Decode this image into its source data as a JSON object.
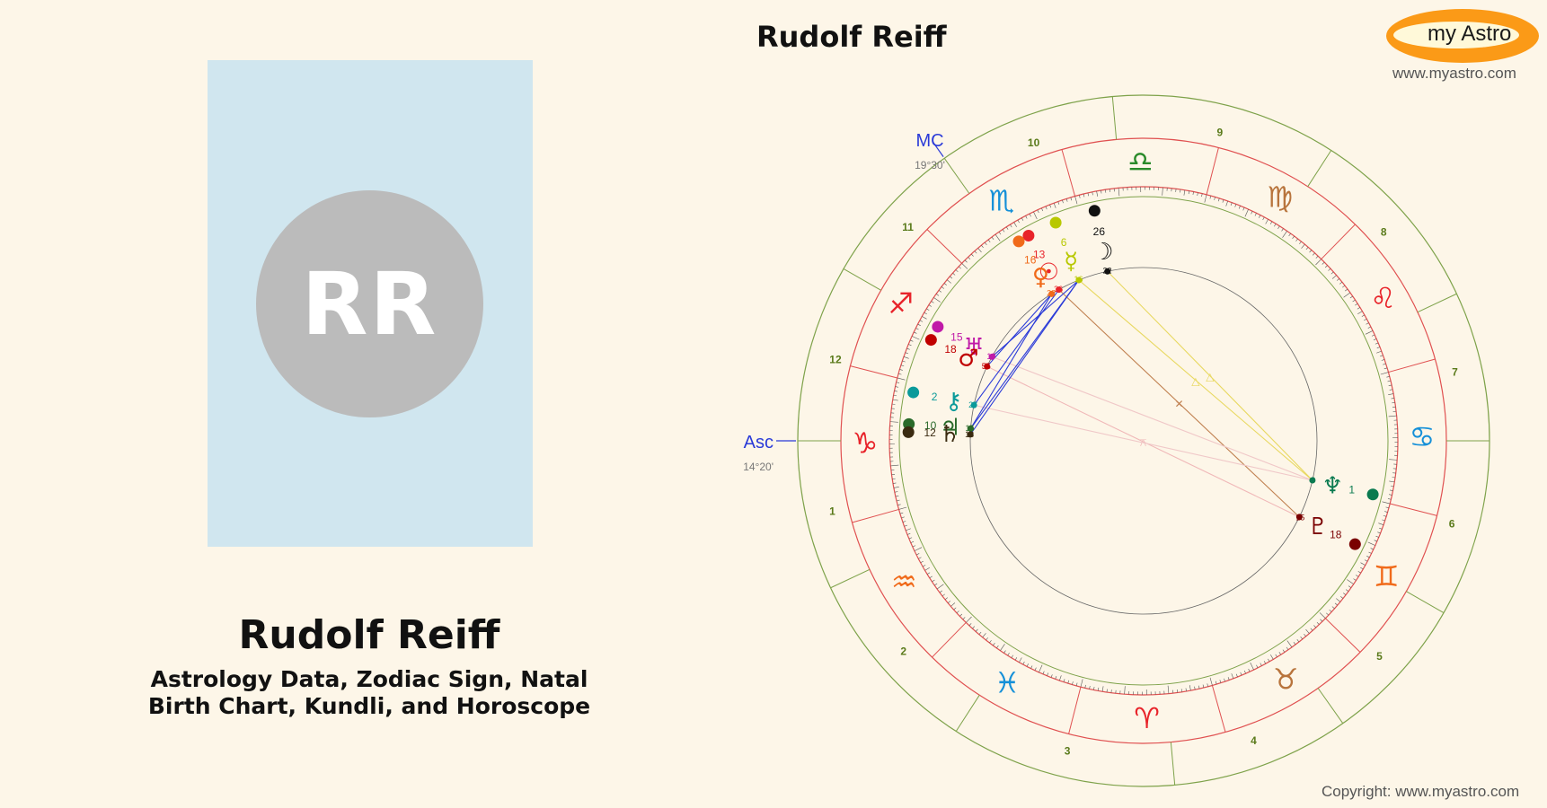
{
  "page": {
    "person_name": "Rudolf Reiff",
    "subtitle_line1": "Astrology Data, Zodiac Sign, Natal",
    "subtitle_line2": "Birth Chart, Kundli, and Horoscope",
    "initials": "RR"
  },
  "logo": {
    "text": "my Astro",
    "url": "www.myastro.com"
  },
  "footer": {
    "copyright": "Copyright: www.myastro.com"
  },
  "chart": {
    "title": "Rudolf Reiff",
    "asc_label": "Asc",
    "asc_degree": "14°20'",
    "mc_label": "MC",
    "mc_degree": "19°30'",
    "ascendant_longitude": 284.33,
    "mc_longitude": 229.5,
    "house_cusps": [
      284.33,
      309.5,
      341.5,
      19.5,
      49.5,
      74.5,
      104.33,
      129.5,
      161.5,
      199.5,
      229.5,
      254.5
    ],
    "house_numbers": [
      "1",
      "2",
      "3",
      "4",
      "5",
      "6",
      "7",
      "8",
      "9",
      "10",
      "11",
      "12"
    ],
    "signs": [
      {
        "name": "aries",
        "glyph": "♈",
        "color": "#e8232a"
      },
      {
        "name": "taurus",
        "glyph": "♉",
        "color": "#b8743c"
      },
      {
        "name": "gemini",
        "glyph": "♊",
        "color": "#f06a1a"
      },
      {
        "name": "cancer",
        "glyph": "♋",
        "color": "#1590d8"
      },
      {
        "name": "leo",
        "glyph": "♌",
        "color": "#e8232a"
      },
      {
        "name": "virgo",
        "glyph": "♍",
        "color": "#b8743c"
      },
      {
        "name": "libra",
        "glyph": "♎",
        "color": "#2a8a2a"
      },
      {
        "name": "scorpio",
        "glyph": "♏",
        "color": "#1590d8"
      },
      {
        "name": "sagittarius",
        "glyph": "♐",
        "color": "#e8232a"
      },
      {
        "name": "capricorn",
        "glyph": "♑",
        "color": "#e8232a"
      },
      {
        "name": "aquarius",
        "glyph": "♒",
        "color": "#f06a1a"
      },
      {
        "name": "pisces",
        "glyph": "♓",
        "color": "#1590d8"
      }
    ],
    "planets": [
      {
        "name": "moon",
        "glyph": "☽",
        "deg": "26",
        "min": "22",
        "longitude": 206.37,
        "color": "#111111"
      },
      {
        "name": "mercury",
        "glyph": "☿",
        "deg": "6",
        "min": "16",
        "longitude": 216.27,
        "color": "#b8c800"
      },
      {
        "name": "sun",
        "glyph": "☉",
        "deg": "13",
        "min": "36",
        "longitude": 223.6,
        "color": "#e8232a"
      },
      {
        "name": "venus",
        "glyph": "♀",
        "deg": "16",
        "min": "22",
        "longitude": 226.37,
        "color": "#f06a1a"
      },
      {
        "name": "uranus",
        "glyph": "♅",
        "deg": "15",
        "min": "19",
        "longitude": 255.32,
        "color": "#c01aa8"
      },
      {
        "name": "mars",
        "glyph": "♂",
        "deg": "18",
        "min": "55",
        "longitude": 258.92,
        "color": "#c00000"
      },
      {
        "name": "chiron",
        "glyph": "⚷",
        "deg": "2",
        "min": "27",
        "longitude": 272.45,
        "color": "#0a9a9a"
      },
      {
        "name": "jupiter",
        "glyph": "♃",
        "deg": "10",
        "min": "15",
        "longitude": 280.25,
        "color": "#2a6a2a"
      },
      {
        "name": "saturn",
        "glyph": "♄",
        "deg": "12",
        "min": "13",
        "longitude": 282.22,
        "color": "#3a2a10"
      },
      {
        "name": "neptune",
        "glyph": "♆",
        "deg": "1",
        "min": "9",
        "longitude": 91.15,
        "color": "#0a7a50"
      },
      {
        "name": "pluto",
        "glyph": "♇",
        "deg": "18",
        "min": "15",
        "longitude": 78.25,
        "color": "#7a0000"
      }
    ],
    "aspects": [
      {
        "from": "moon",
        "to": "neptune",
        "color": "#e8d860",
        "symbol": "△"
      },
      {
        "from": "mercury",
        "to": "neptune",
        "color": "#e8d860",
        "symbol": "△"
      },
      {
        "from": "sun",
        "to": "pluto",
        "color": "#c08050",
        "symbol": "✕"
      },
      {
        "from": "mars",
        "to": "pluto",
        "color": "#f0b8b8",
        "symbol": "⚻"
      },
      {
        "from": "uranus",
        "to": "neptune",
        "color": "#f0c8c8",
        "symbol": ""
      },
      {
        "from": "chiron",
        "to": "neptune",
        "color": "#f0c8c8",
        "symbol": ""
      },
      {
        "from": "sun",
        "to": "chiron",
        "color": "#2a3ad8",
        "symbol": ""
      },
      {
        "from": "venus",
        "to": "jupiter",
        "color": "#2a3ad8",
        "symbol": ""
      },
      {
        "from": "mercury",
        "to": "saturn",
        "color": "#2a3ad8",
        "symbol": ""
      },
      {
        "from": "mercury",
        "to": "jupiter",
        "color": "#2a3ad8",
        "symbol": ""
      },
      {
        "from": "venus",
        "to": "mars",
        "color": "#2a3ad8",
        "symbol": ""
      },
      {
        "from": "mercury",
        "to": "uranus",
        "color": "#2a3ad8",
        "symbol": ""
      }
    ]
  }
}
